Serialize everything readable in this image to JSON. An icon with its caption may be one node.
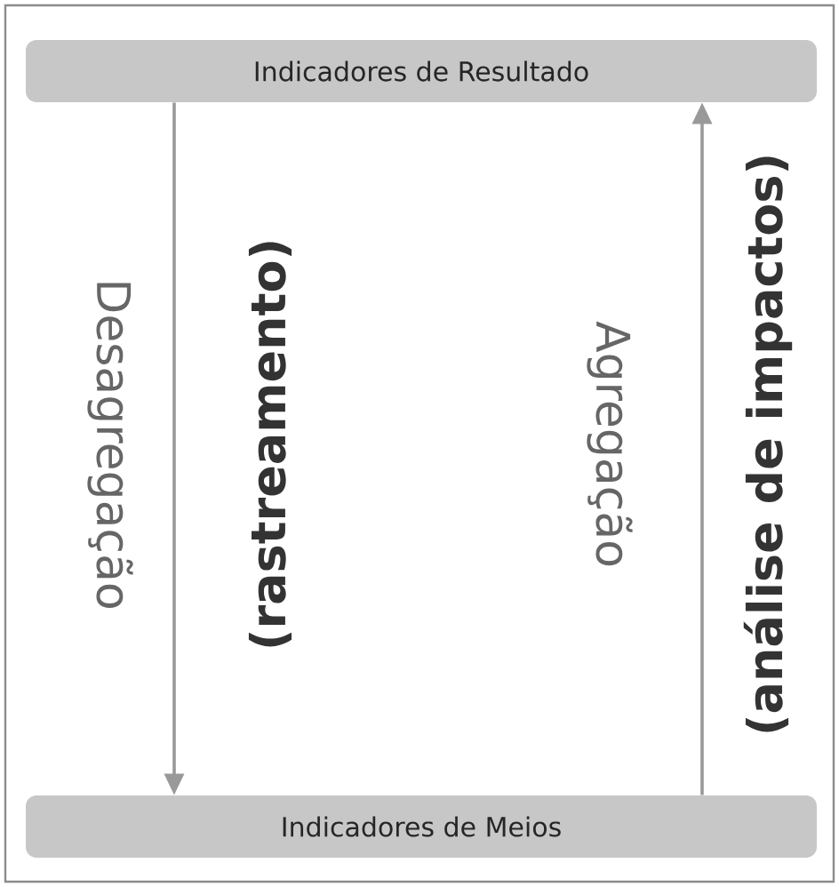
{
  "diagram": {
    "nodes": [
      {
        "text": [
          "Indicadores de Resultado"
        ]
      },
      {
        "text": [
          "Indicadores de Meios"
        ]
      }
    ],
    "edges": [
      {
        "from": 0,
        "to": 1,
        "arrow": "to",
        "label": "Desagregação"
      },
      {
        "from": 1,
        "to": 0,
        "arrow": "to",
        "label": "Agregação"
      }
    ],
    "labels": [
      "(rastreamento)",
      "(análise de impactos)"
    ]
  }
}
